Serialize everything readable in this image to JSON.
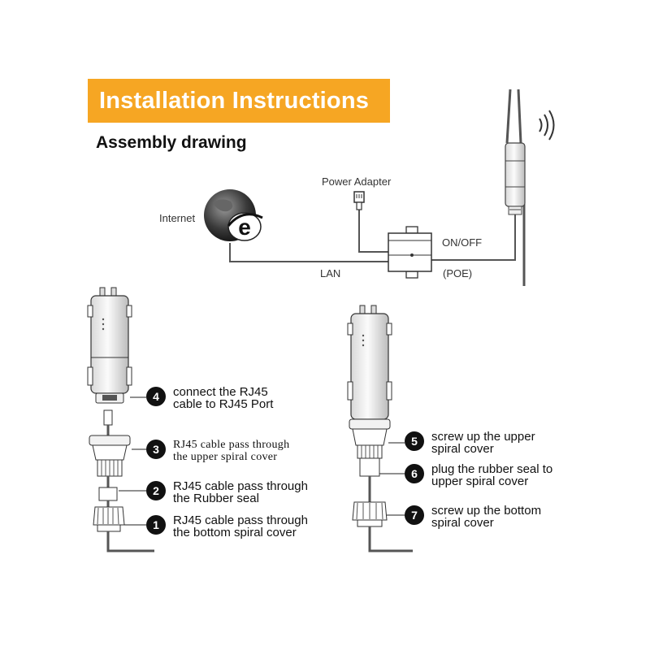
{
  "header": {
    "title": "Installation Instructions",
    "subtitle": "Assembly drawing"
  },
  "diagram": {
    "internet": "Internet",
    "power_adapter": "Power Adapter",
    "on_off": "ON/OFF",
    "lan": "LAN",
    "poe": "(POE)"
  },
  "steps": [
    {
      "num": "1",
      "line1": "RJ45 cable pass through",
      "line2": "the bottom spiral cover"
    },
    {
      "num": "2",
      "line1": "RJ45 cable pass through",
      "line2": "the Rubber seal"
    },
    {
      "num": "3",
      "line1": "RJ45 cable pass through",
      "line2": "the upper spiral cover"
    },
    {
      "num": "4",
      "line1": "connect the RJ45",
      "line2": "cable to RJ45 Port"
    },
    {
      "num": "5",
      "line1": "screw up the upper",
      "line2": "spiral cover"
    },
    {
      "num": "6",
      "line1": "plug the rubber seal to",
      "line2": "upper spiral cover"
    },
    {
      "num": "7",
      "line1": "screw up the bottom",
      "line2": "spiral cover"
    }
  ],
  "colors": {
    "banner": "#f6a623",
    "badge": "#111111"
  }
}
